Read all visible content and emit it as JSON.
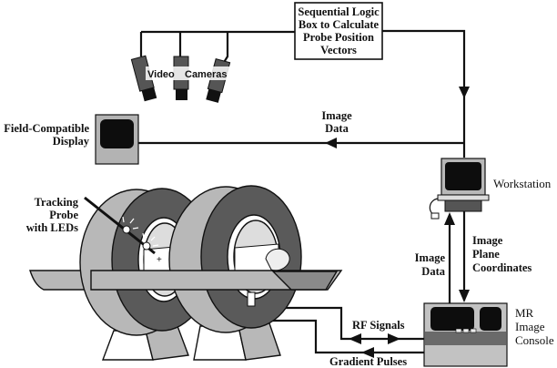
{
  "diagram": {
    "logic_box": {
      "lines": [
        "Sequential Logic",
        "Box to Calculate",
        "Probe Position",
        "Vectors"
      ]
    },
    "cameras": {
      "label_left": "Video",
      "label_right": "Cameras"
    },
    "display": {
      "lines": [
        "Field-Compatible",
        "Display"
      ]
    },
    "image_data_top": {
      "lines": [
        "Image",
        "Data"
      ]
    },
    "workstation": {
      "label": "Workstation"
    },
    "image_data_side": {
      "lines": [
        "Image",
        "Data"
      ]
    },
    "image_plane": {
      "lines": [
        "Image",
        "Plane",
        "Coordinates"
      ]
    },
    "tracking_probe": {
      "lines": [
        "Tracking",
        "Probe",
        "with LEDs"
      ]
    },
    "console": {
      "lines": [
        "MR",
        "Image",
        "Console"
      ]
    },
    "rf_signals": {
      "label": "RF Signals"
    },
    "gradient_pulses": {
      "label": "Gradient Pulses"
    },
    "colors": {
      "light_gray": "#b8b8b8",
      "dark_gray": "#5a5a5a",
      "black": "#111111",
      "white": "#ffffff"
    }
  }
}
